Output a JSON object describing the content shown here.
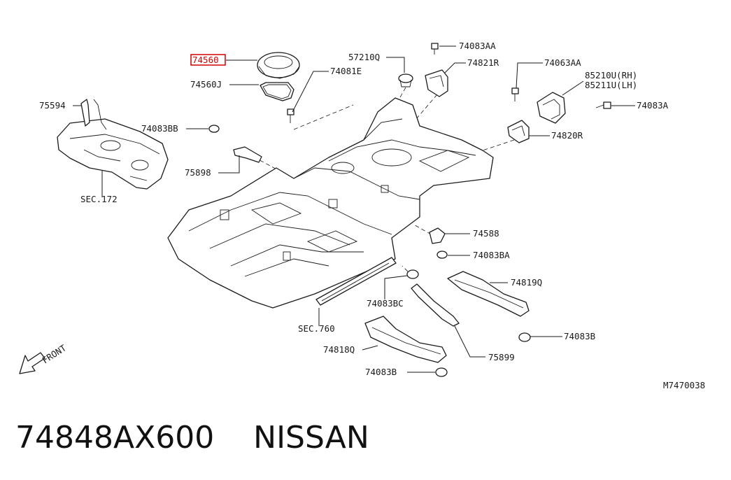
{
  "highlight_color": "#d40000",
  "callouts": {
    "p74560": "74560",
    "p74560j": "74560J",
    "p75594": "75594",
    "p74083bb": "74083BB",
    "p75898": "75898",
    "sec172": "SEC.172",
    "p57210q": "57210Q",
    "p74081e": "74081E",
    "p74083aa_a": "74083AA",
    "p74821r": "74821R",
    "p74063aa": "74063AA",
    "p85210u": "85210U(RH)",
    "p85211u": "85211U(LH)",
    "p74083a": "74083A",
    "p74820r": "74820R",
    "p74588": "74588",
    "p74083ba": "74083BA",
    "p74819q": "74819Q",
    "p74083bc": "74083BC",
    "sec760": "SEC.760",
    "p74083b_a": "74083B",
    "p74818q": "74818Q",
    "p75899": "75899",
    "p74083b_b": "74083B"
  },
  "front_label": "FRONT",
  "diagram_code": "M7470038",
  "caption": {
    "part_number": "74848AX600",
    "brand": "NISSAN"
  }
}
